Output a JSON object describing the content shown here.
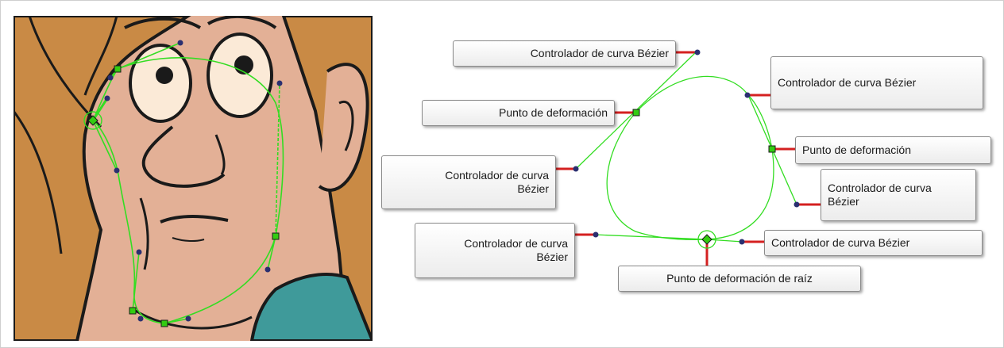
{
  "colors": {
    "curve": "#33dd22",
    "handle_dot": "#2a2f70",
    "deform_point": "#33cc11",
    "leader": "#d42020",
    "skin": "#e3b096",
    "hair": "#c98a45",
    "shirt": "#3f9a9a",
    "outline": "#1a1a1a"
  },
  "illustration": {
    "name": "character-face-with-deformation-chain"
  },
  "callouts": [
    {
      "id": "bezier-top",
      "label": "Controlador de curva Bézier"
    },
    {
      "id": "deform-left",
      "label": "Punto de deformación"
    },
    {
      "id": "bezier-left-mid",
      "label": "Controlador de curva\nBézier"
    },
    {
      "id": "bezier-left-low",
      "label": "Controlador de curva\nBézier"
    },
    {
      "id": "bezier-right-top",
      "label": "Controlador de curva Bézier"
    },
    {
      "id": "deform-right",
      "label": "Punto de deformación"
    },
    {
      "id": "bezier-right-mid",
      "label": "Controlador de curva\nBézier"
    },
    {
      "id": "bezier-right-low",
      "label": "Controlador de curva Bézier"
    },
    {
      "id": "root-deform",
      "label": "Punto de deformación de raíz"
    }
  ]
}
